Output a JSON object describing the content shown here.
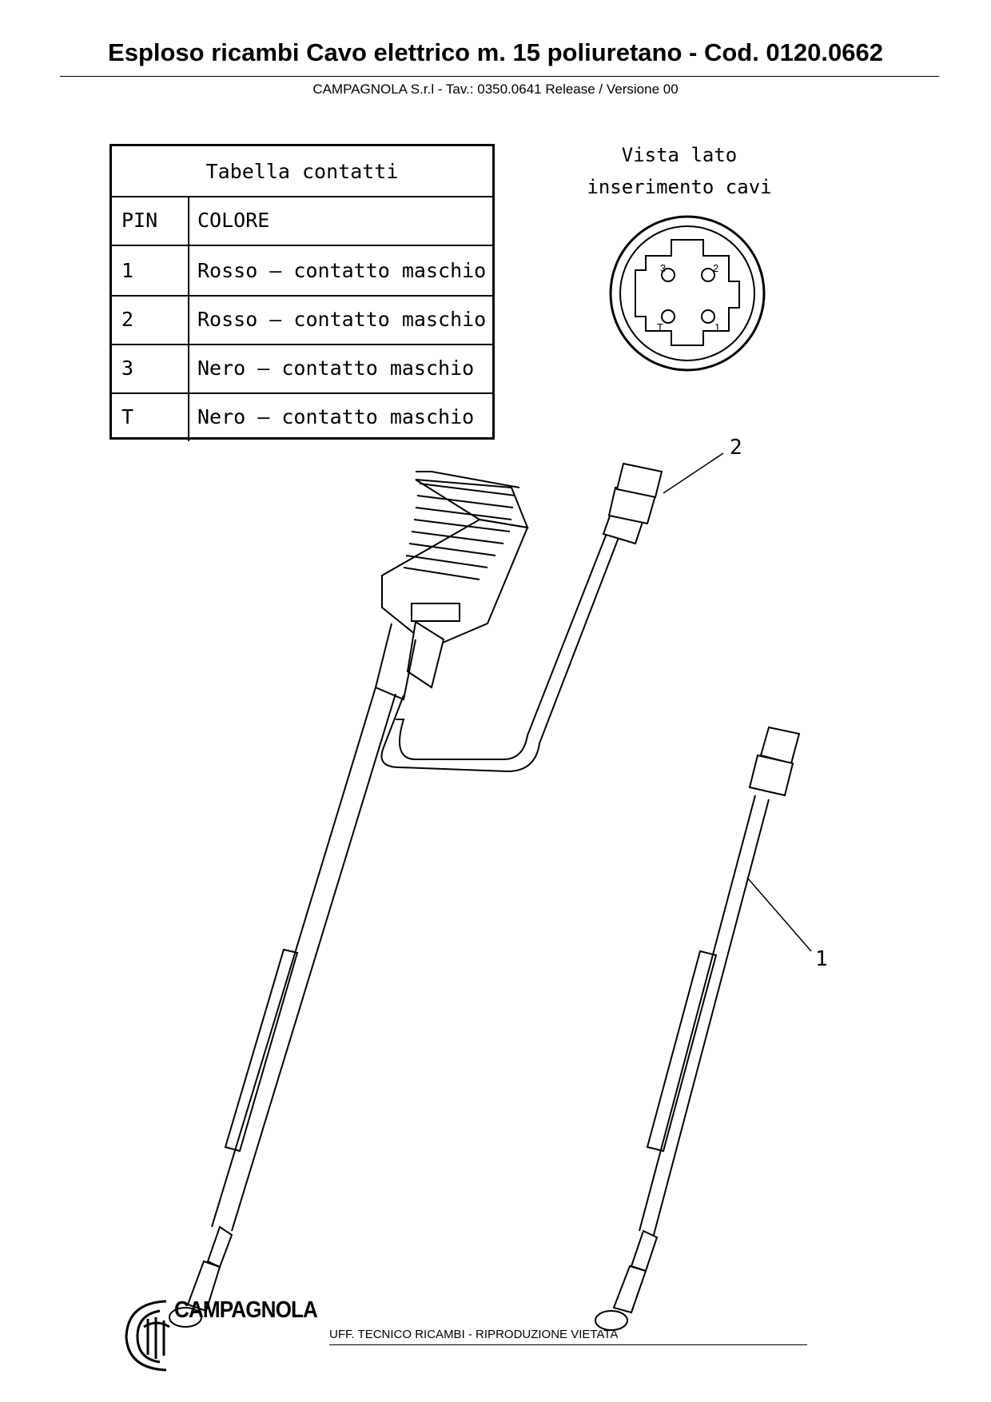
{
  "header": {
    "title": "Esploso ricambi Cavo elettrico m. 15 poliuretano - Cod. 0120.0662",
    "subtitle": "CAMPAGNOLA S.r.l - Tav.: 0350.0641 Release / Versione 00"
  },
  "contact_table": {
    "title": "Tabella contatti",
    "col_pin": "PIN",
    "col_color": "COLORE",
    "rows": [
      {
        "pin": "1",
        "color": "Rosso – contatto maschio"
      },
      {
        "pin": "2",
        "color": "Rosso – contatto maschio"
      },
      {
        "pin": "3",
        "color": "Nero – contatto maschio"
      },
      {
        "pin": "T",
        "color": "Nero – contatto maschio"
      }
    ]
  },
  "connector_view": {
    "label_line1": "Vista lato",
    "label_line2": "inserimento cavi",
    "pins": {
      "p3": "3",
      "p2": "2",
      "pT": "T",
      "p1": "1"
    }
  },
  "callouts": {
    "c1": "1",
    "c2": "2"
  },
  "footer": {
    "brand": "CAMPAGNOLA",
    "note": "UFF. TECNICO RICAMBI - RIPRODUZIONE VIETATA"
  }
}
